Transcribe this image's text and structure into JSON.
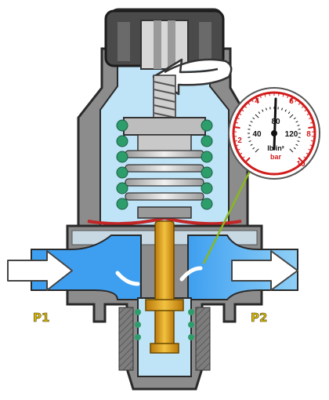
{
  "diagram": {
    "inlet_label": "P1",
    "outlet_label": "P2"
  },
  "gauge": {
    "psi_labels": [
      "40",
      "80",
      "120"
    ],
    "bar_labels": [
      "2",
      "4",
      "6",
      "8",
      "10"
    ],
    "psi_unit": "lb/in²",
    "bar_unit": "bar"
  },
  "colors": {
    "body_gray": "#8c8c8c",
    "body_dark": "#3b3b3b",
    "light_blue": "#bfe3f7",
    "mid_blue": "#5fb4f2",
    "spring_green": "#2d9d6c",
    "brass": "#e3a21a",
    "diaphragm_red": "#c22626",
    "gauge_red": "#d21d1d",
    "connector_green": "#8ab81c"
  }
}
